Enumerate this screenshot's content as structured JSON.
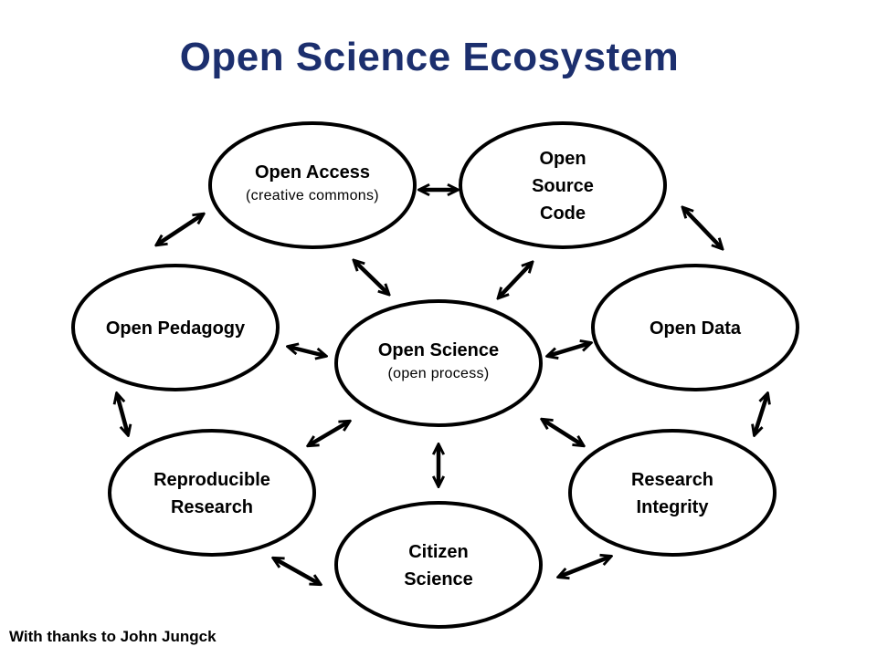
{
  "title": "Open Science Ecosystem",
  "credit": "With thanks to John Jungck",
  "nodes": [
    {
      "id": "open-access",
      "name": "node-open-access",
      "lines": [
        "Open Access"
      ],
      "sub": "(creative commons)"
    },
    {
      "id": "open-source-code",
      "name": "node-open-source-code",
      "lines": [
        "Open",
        "Source",
        "Code"
      ],
      "sub": ""
    },
    {
      "id": "open-pedagogy",
      "name": "node-open-pedagogy",
      "lines": [
        "Open Pedagogy"
      ],
      "sub": ""
    },
    {
      "id": "open-science",
      "name": "node-open-science",
      "lines": [
        "Open Science"
      ],
      "sub": "(open process)"
    },
    {
      "id": "open-data",
      "name": "node-open-data",
      "lines": [
        "Open Data"
      ],
      "sub": ""
    },
    {
      "id": "reproducible-research",
      "name": "node-reproducible-research",
      "lines": [
        "Reproducible",
        "Research"
      ],
      "sub": ""
    },
    {
      "id": "research-integrity",
      "name": "node-research-integrity",
      "lines": [
        "Research",
        "Integrity"
      ],
      "sub": ""
    },
    {
      "id": "citizen-science",
      "name": "node-citizen-science",
      "lines": [
        "Citizen",
        "Science"
      ],
      "sub": ""
    }
  ],
  "connections": [
    {
      "from": "open-access",
      "to": "open-source-code"
    },
    {
      "from": "open-pedagogy",
      "to": "open-access"
    },
    {
      "from": "open-source-code",
      "to": "open-data"
    },
    {
      "from": "open-access",
      "to": "open-science"
    },
    {
      "from": "open-source-code",
      "to": "open-science"
    },
    {
      "from": "open-pedagogy",
      "to": "open-science"
    },
    {
      "from": "open-science",
      "to": "open-data"
    },
    {
      "from": "open-pedagogy",
      "to": "reproducible-research"
    },
    {
      "from": "open-data",
      "to": "research-integrity"
    },
    {
      "from": "open-science",
      "to": "reproducible-research"
    },
    {
      "from": "open-science",
      "to": "research-integrity"
    },
    {
      "from": "open-science",
      "to": "citizen-science"
    },
    {
      "from": "reproducible-research",
      "to": "citizen-science"
    },
    {
      "from": "citizen-science",
      "to": "research-integrity"
    }
  ]
}
